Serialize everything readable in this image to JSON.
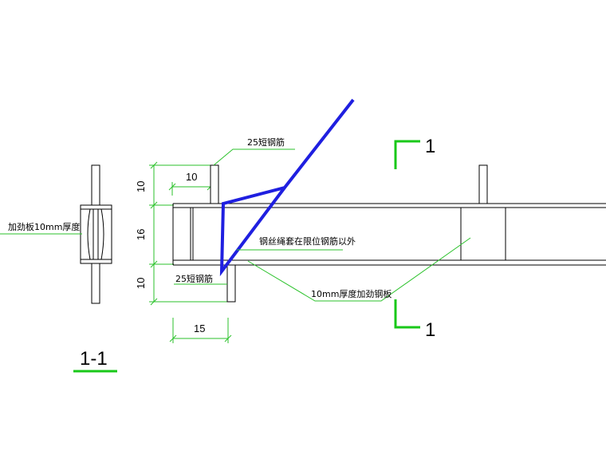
{
  "labels": {
    "plate_left": "加劲板10mm厚度",
    "rebar_top": "25短钢筋",
    "rebar_bottom": "25短钢筋",
    "wire_note": "钢丝绳套在限位钢筋以外",
    "plate_note": "10mm厚度加劲钢板"
  },
  "dimensions": {
    "d10_top": "10",
    "d16": "16",
    "d10_bottom": "10",
    "d10_horizontal": "10",
    "d15": "15"
  },
  "section": {
    "title": "1-1",
    "mark_top": "1",
    "mark_bottom": "1"
  },
  "colors": {
    "line": "#000000",
    "leader": "#2bc22b",
    "section_mark": "#19c819",
    "wire_rope": "#1f1fe0"
  }
}
